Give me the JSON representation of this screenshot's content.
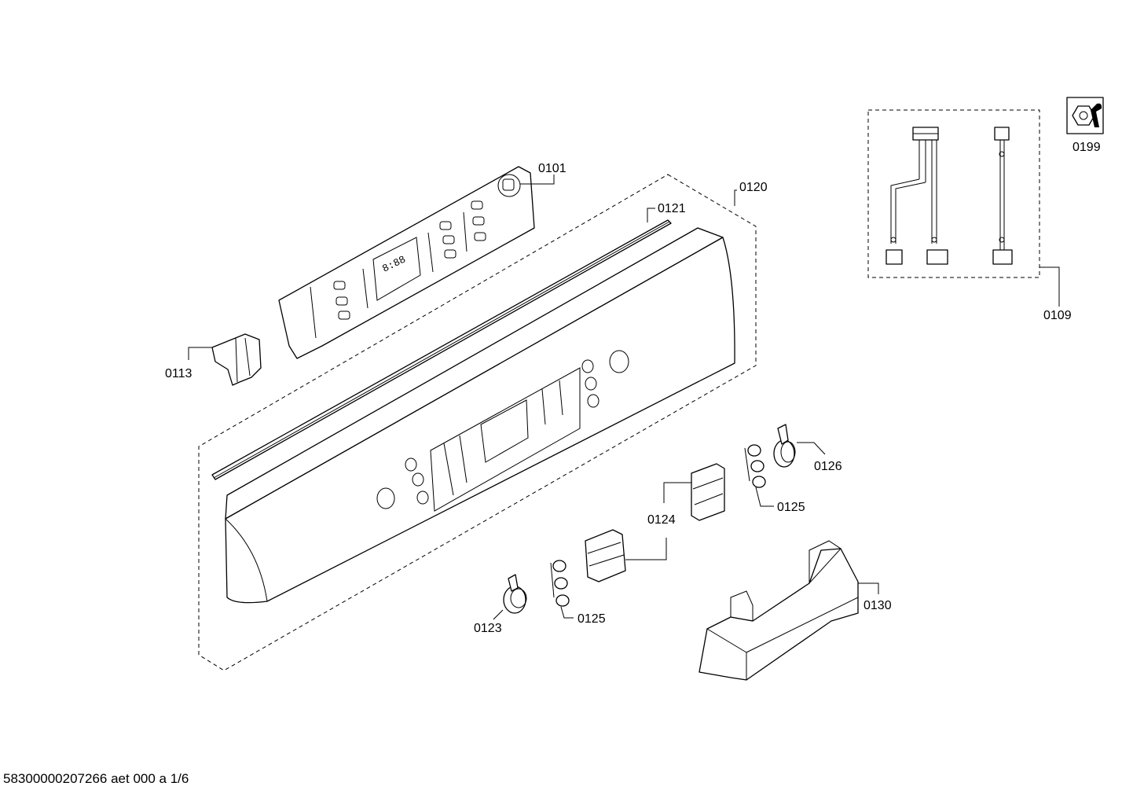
{
  "parts": {
    "p0101": "0101",
    "p0109": "0109",
    "p0113": "0113",
    "p0120": "0120",
    "p0121": "0121",
    "p0123": "0123",
    "p0124": "0124",
    "p0125a": "0125",
    "p0125b": "0125",
    "p0126": "0126",
    "p0130": "0130",
    "p0199": "0199"
  },
  "display_readout": "8:88",
  "footer": "58300000207266 aet 000 a 1/6",
  "icons": {
    "service": "wrench-nut-icon"
  }
}
